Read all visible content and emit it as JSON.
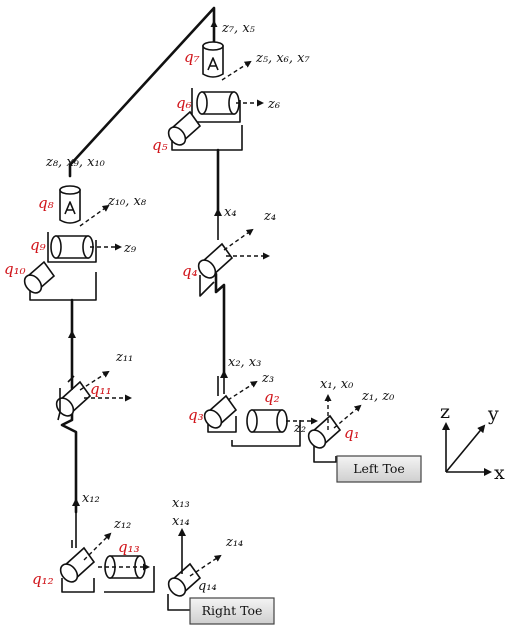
{
  "labels": {
    "z7x5": "z₇, x₅",
    "z5x6x7": "z₅, x₆, x₇",
    "z6": "z₆",
    "q7": "q₇",
    "q6": "q₆",
    "q5": "q₅",
    "z8x9x10": "z₈,  x₉, x₁₀",
    "q8": "q₈",
    "z10x8": "z₁₀, x₈",
    "q9": "q₉",
    "z9": "z₉",
    "q10": "q₁₀",
    "x4": "x₄",
    "z4": "z₄",
    "q4": "q₄",
    "z11": "z₁₁",
    "q11": "q₁₁",
    "x2x3": "x₂, x₃",
    "z3": "z₃",
    "x1x0": "x₁, x₀",
    "z1z0": "z₁, z₀",
    "q2": "q₂",
    "q3": "q₃",
    "z2": "z₂",
    "q1": "q₁",
    "x12": "x₁₂",
    "z12": "z₁₂",
    "x13": "x₁₃",
    "x14": "x₁₄",
    "z14": "z₁₄",
    "q13": "q₁₃",
    "q12": "q₁₂",
    "q14": "q₁₄"
  },
  "toes": {
    "left": "Left Toe",
    "right": "Right Toe"
  },
  "world_axes": {
    "z": "z",
    "y": "y",
    "x": "x"
  }
}
